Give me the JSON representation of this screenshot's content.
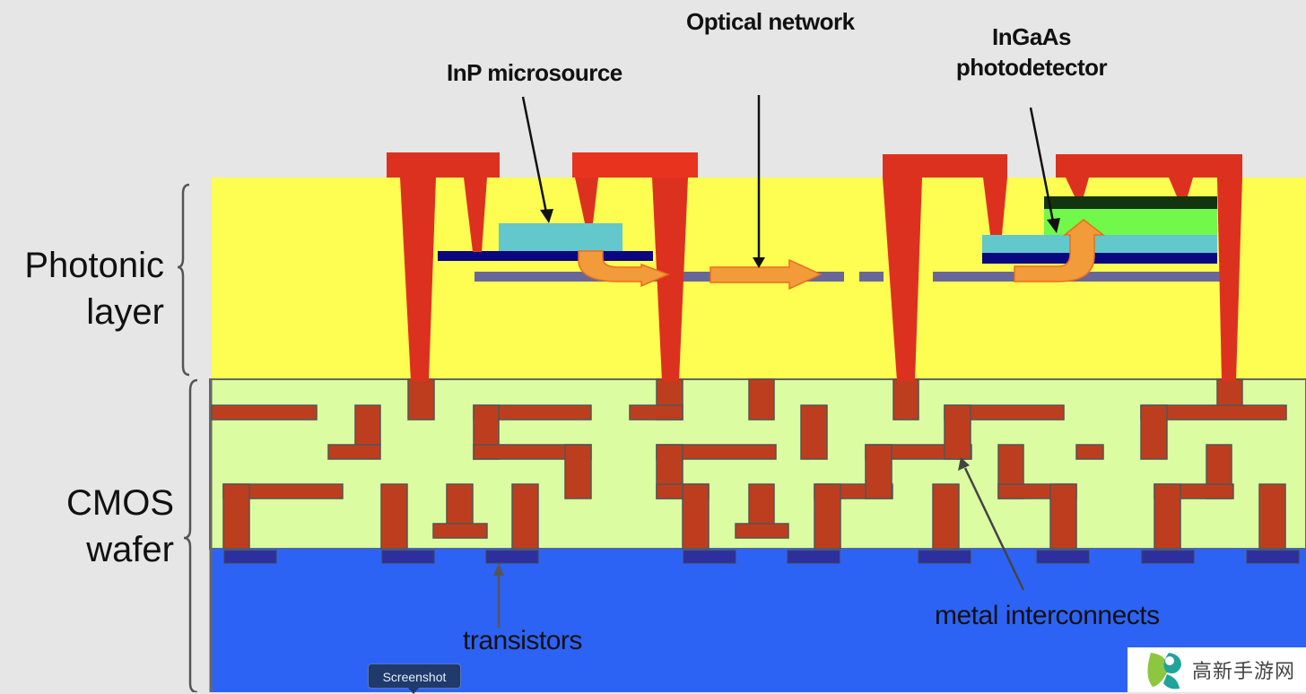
{
  "labels": {
    "optical_network": "Optical network",
    "inp_microsource": "InP microsource",
    "ingaas_line1": "InGaAs",
    "ingaas_line2": "photodetector",
    "photonic_line1": "Photonic",
    "photonic_line2": "layer",
    "cmos_line1": "CMOS",
    "cmos_line2": "wafer",
    "transistors": "transistors",
    "metal_interconnects": "metal interconnects"
  },
  "tooltip": {
    "text": "Screenshot"
  },
  "watermark": {
    "text": "高新手游网",
    "icon": "leaf-logo-icon"
  },
  "colors": {
    "background": "#e6e6e6",
    "photonic_layer": "#fdfd52",
    "cmos_layer": "#dbfca0",
    "substrate": "#2d63f5",
    "via_metal": "#dd3120",
    "interconnect": "#bd3e1e",
    "transistor": "#2d2f9e",
    "waveguide": "#696799",
    "inp_source": "#62c8cb",
    "photodetector": "#72f84a",
    "electrode_dark": "#12340e",
    "bottom_contact": "#0b0780",
    "light_arrow": "#f29b3a"
  }
}
